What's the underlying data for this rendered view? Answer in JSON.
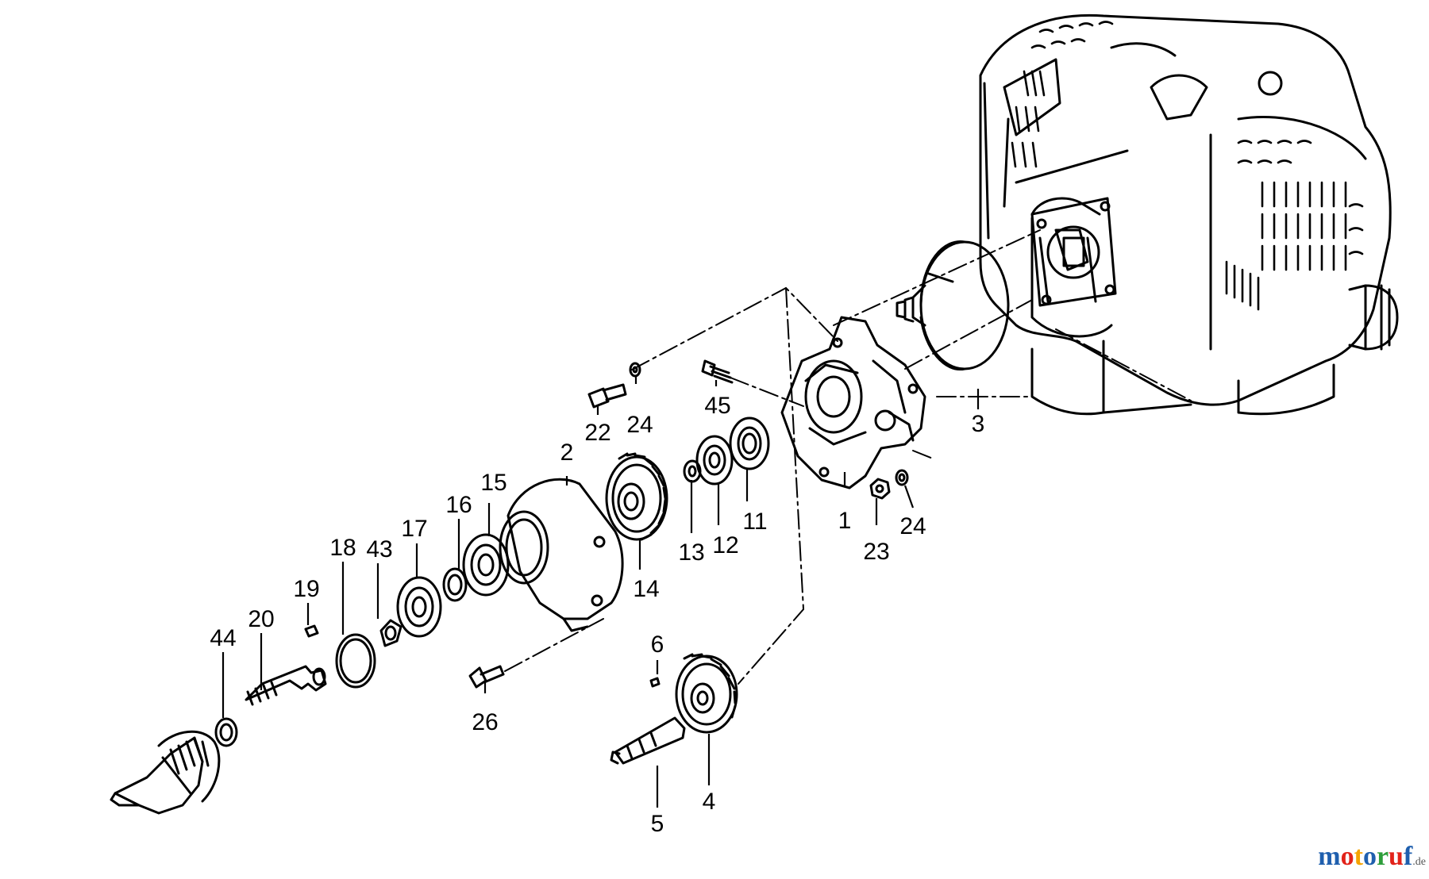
{
  "labels": [
    "1",
    "2",
    "3",
    "4",
    "5",
    "6",
    "11",
    "12",
    "13",
    "14",
    "15",
    "16",
    "17",
    "18",
    "19",
    "20",
    "22",
    "23",
    "24",
    "24",
    "26",
    "43",
    "44",
    "45"
  ],
  "watermark": {
    "letters": [
      "m",
      "o",
      "t",
      "o",
      "r",
      "u",
      "f"
    ],
    "colors": [
      "#1f5fae",
      "#e2231a",
      "#f5a300",
      "#1f5fae",
      "#2e9e3a",
      "#e2231a",
      "#1f5fae"
    ],
    "suffix": ".de"
  }
}
